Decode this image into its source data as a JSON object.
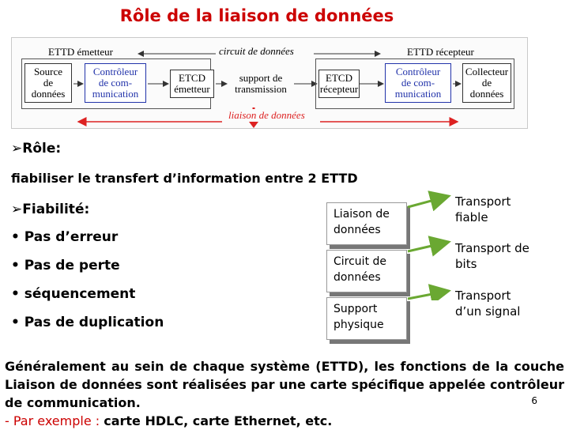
{
  "title": "Rôle de la  liaison de données",
  "diagram": {
    "ettd_emetteur": "ETTD émetteur",
    "circuit_de_donnees": "circuit de données",
    "ettd_recepteur": "ETTD récepteur",
    "source": [
      "Source",
      "de",
      "données"
    ],
    "controleur_left": [
      "Contrôleur",
      "de com-",
      "munication"
    ],
    "etcd_emetteur": [
      "ETCD",
      "émetteur"
    ],
    "support": [
      "support de",
      "transmission"
    ],
    "etcd_recepteur": [
      "ETCD",
      "récepteur"
    ],
    "controleur_right": [
      "Contrôleur",
      "de com-",
      "munication"
    ],
    "collecteur": [
      "Collecteur",
      "de",
      "données"
    ],
    "liaison_de_donnees": "liaison de données"
  },
  "role_heading": "Rôle:",
  "role_text": "fiabiliser le transfert d’information entre 2 ETTD",
  "fiabilite_heading": "Fiabilité:",
  "fiabilite_items": [
    "• Pas d’erreur",
    "• Pas de perte",
    "• séquencement",
    "• Pas de duplication"
  ],
  "layers": [
    {
      "box": [
        "Liaison de",
        "données"
      ],
      "label": [
        "Transport",
        "fiable"
      ]
    },
    {
      "box": [
        "Circuit de",
        "données"
      ],
      "label": [
        "Transport de",
        "bits"
      ]
    },
    {
      "box": [
        "Support",
        "physique"
      ],
      "label": [
        "Transport",
        "d’un signal"
      ]
    }
  ],
  "bottom": {
    "line1": "Généralement au sein de chaque système (ETTD), les fonctions de la couche Liaison de données sont réalisées par une carte spécifique appelée contrôleur de communication.",
    "example_prefix": "- Par exemple : ",
    "example_text": "carte HDLC, carte Ethernet, etc."
  },
  "page_number": "6",
  "colors": {
    "title": "#cc0000",
    "diagram_blue": "#2233aa",
    "arrow_green": "#6aa832",
    "red_arrow": "#dd2222"
  }
}
